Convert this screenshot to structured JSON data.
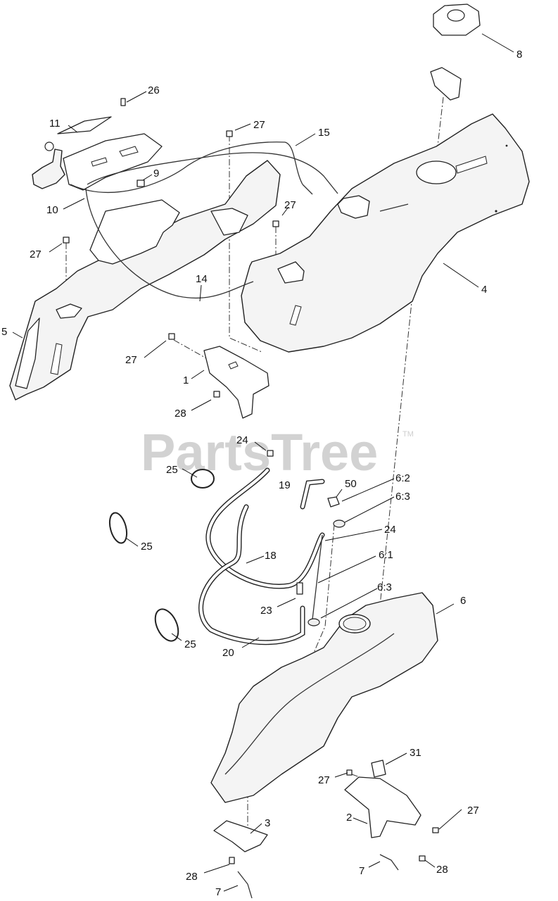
{
  "watermark": {
    "brand": "PartsTree",
    "trademark": "TM"
  },
  "callouts": [
    {
      "id": "c8",
      "label": "8"
    },
    {
      "id": "c26",
      "label": "26"
    },
    {
      "id": "c11",
      "label": "11"
    },
    {
      "id": "c27a",
      "label": "27"
    },
    {
      "id": "c15",
      "label": "15"
    },
    {
      "id": "c9",
      "label": "9"
    },
    {
      "id": "c10",
      "label": "10"
    },
    {
      "id": "c27b",
      "label": "27"
    },
    {
      "id": "c27c",
      "label": "27"
    },
    {
      "id": "c14",
      "label": "14"
    },
    {
      "id": "c4",
      "label": "4"
    },
    {
      "id": "c5",
      "label": "5"
    },
    {
      "id": "c27d",
      "label": "27"
    },
    {
      "id": "c1",
      "label": "1"
    },
    {
      "id": "c28a",
      "label": "28"
    },
    {
      "id": "c24a",
      "label": "24"
    },
    {
      "id": "c25a",
      "label": "25"
    },
    {
      "id": "c19",
      "label": "19"
    },
    {
      "id": "c50",
      "label": "50"
    },
    {
      "id": "c62",
      "label": "6:2"
    },
    {
      "id": "c63a",
      "label": "6:3"
    },
    {
      "id": "c24b",
      "label": "24"
    },
    {
      "id": "c25b",
      "label": "25"
    },
    {
      "id": "c18",
      "label": "18"
    },
    {
      "id": "c61",
      "label": "6:1"
    },
    {
      "id": "c63b",
      "label": "6:3"
    },
    {
      "id": "c6",
      "label": "6"
    },
    {
      "id": "c23",
      "label": "23"
    },
    {
      "id": "c25c",
      "label": "25"
    },
    {
      "id": "c20",
      "label": "20"
    },
    {
      "id": "c31",
      "label": "31"
    },
    {
      "id": "c27e",
      "label": "27"
    },
    {
      "id": "c2",
      "label": "2"
    },
    {
      "id": "c27f",
      "label": "27"
    },
    {
      "id": "c3",
      "label": "3"
    },
    {
      "id": "c7a",
      "label": "7"
    },
    {
      "id": "c28b",
      "label": "28"
    },
    {
      "id": "c28c",
      "label": "28"
    },
    {
      "id": "c7b",
      "label": "7"
    }
  ]
}
